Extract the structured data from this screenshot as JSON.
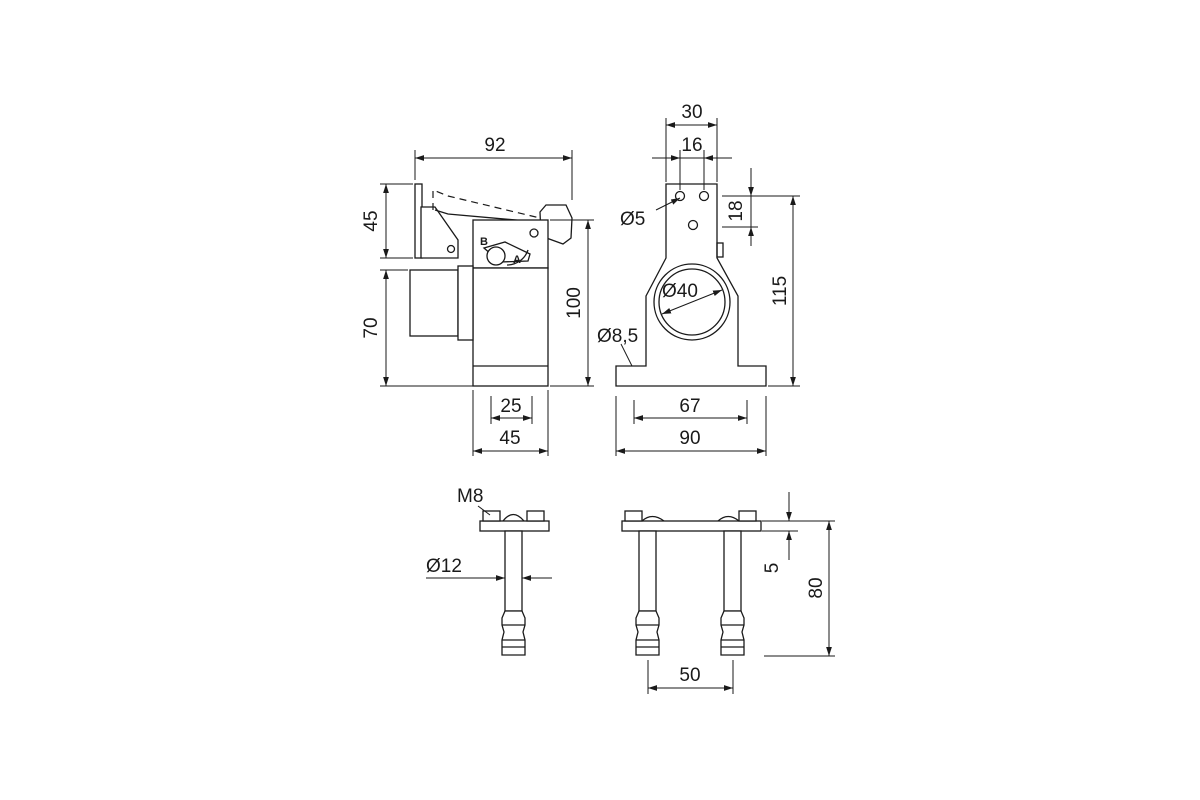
{
  "dimensions": {
    "side_width_overall": "92",
    "side_lever_height": "45",
    "side_body_height": "70",
    "side_total_height": "100",
    "side_base_inner": "25",
    "side_base_width": "45",
    "front_top_width": "30",
    "front_hole_spacing": "16",
    "front_top_offset": "18",
    "front_hole_dia": "Ø5",
    "front_bore_dia": "Ø40",
    "front_mount_hole_dia": "Ø8,5",
    "front_total_height": "115",
    "front_hole_pitch": "67",
    "front_base_width": "90",
    "bottom_thread": "M8",
    "bottom_pin_dia": "Ø12",
    "bottom_plate_thickness": "5",
    "bottom_total_height": "80",
    "bottom_pin_spacing": "50"
  },
  "lever_positions": {
    "label_b": "B",
    "label_a": "A"
  }
}
